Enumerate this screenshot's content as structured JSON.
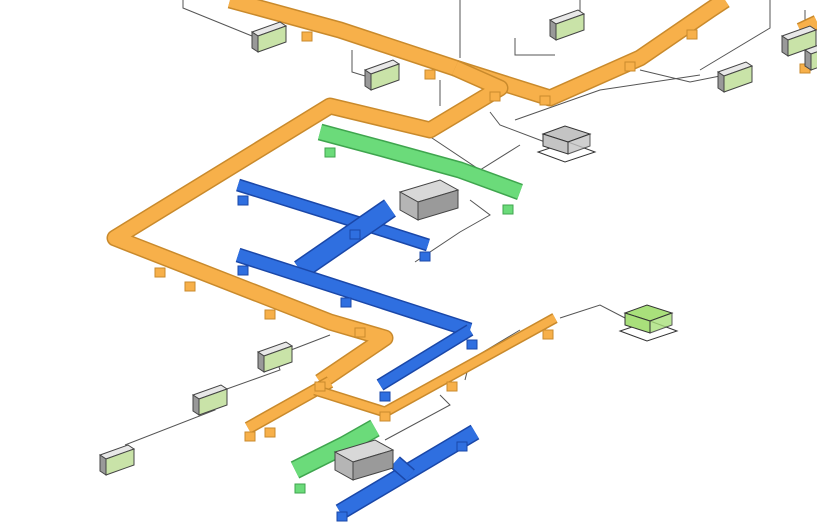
{
  "diagram": {
    "colors": {
      "supply_orange": "#F7B04A",
      "supply_orange_dark": "#C98A2C",
      "return_blue": "#2F6FE0",
      "return_blue_dark": "#1A47A8",
      "exhaust_green": "#6BDB7A",
      "exhaust_green_dark": "#3FA54E",
      "unit_gray": "#B5B5B5",
      "terminal_green": "#C9E3A8",
      "pipe_line": "#555555"
    },
    "systems": [
      {
        "name": "supply-duct",
        "color_key": "supply_orange"
      },
      {
        "name": "return-duct",
        "color_key": "return_blue"
      },
      {
        "name": "exhaust-duct",
        "color_key": "exhaust_green"
      }
    ],
    "components": [
      {
        "name": "air-handling-unit-upper",
        "icon": "ahu-box-icon"
      },
      {
        "name": "air-handling-unit-lower",
        "icon": "ahu-box-icon"
      },
      {
        "name": "rooftop-unit-gray",
        "icon": "rooftop-unit-icon"
      },
      {
        "name": "rooftop-unit-green",
        "icon": "rooftop-unit-icon"
      },
      {
        "name": "fan-coil-unit",
        "icon": "fan-coil-icon"
      }
    ]
  }
}
